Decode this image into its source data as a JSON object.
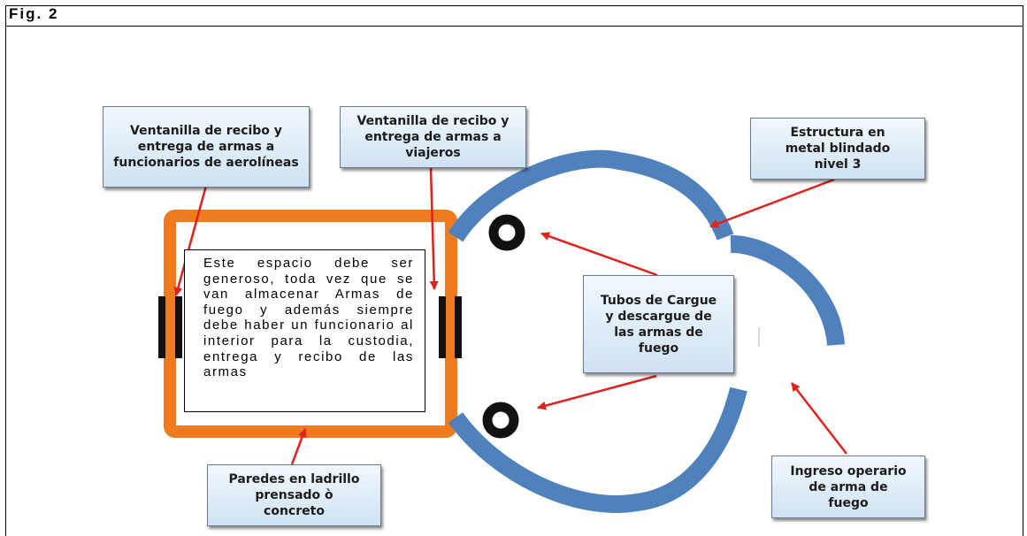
{
  "figure": {
    "label": "Fig. 2"
  },
  "callouts": {
    "airline_window": "Ventanilla de recibo y entrega de armas a funcionarios de aerolíneas",
    "traveler_window": "Ventanilla de recibo y entrega de armas a viajeros",
    "armored_structure": "Estructura en metal blindado nivel 3",
    "loading_tubes": "Tubos de Cargue y descargue de las armas de fuego",
    "brick_walls": "Paredes en ladrillo prensado ò concreto",
    "operator_entry": "Ingreso operario de arma de fuego"
  },
  "room_note": "Este espacio debe ser generoso, toda vez que se van almacenar Armas de fuego y además siempre debe haber un funcionario al interior para la custodia, entrega y recibo de las armas",
  "colors": {
    "wall": "#f07b1e",
    "armor": "#4f81bd",
    "arrow": "#e0211d",
    "window": "#111111"
  }
}
